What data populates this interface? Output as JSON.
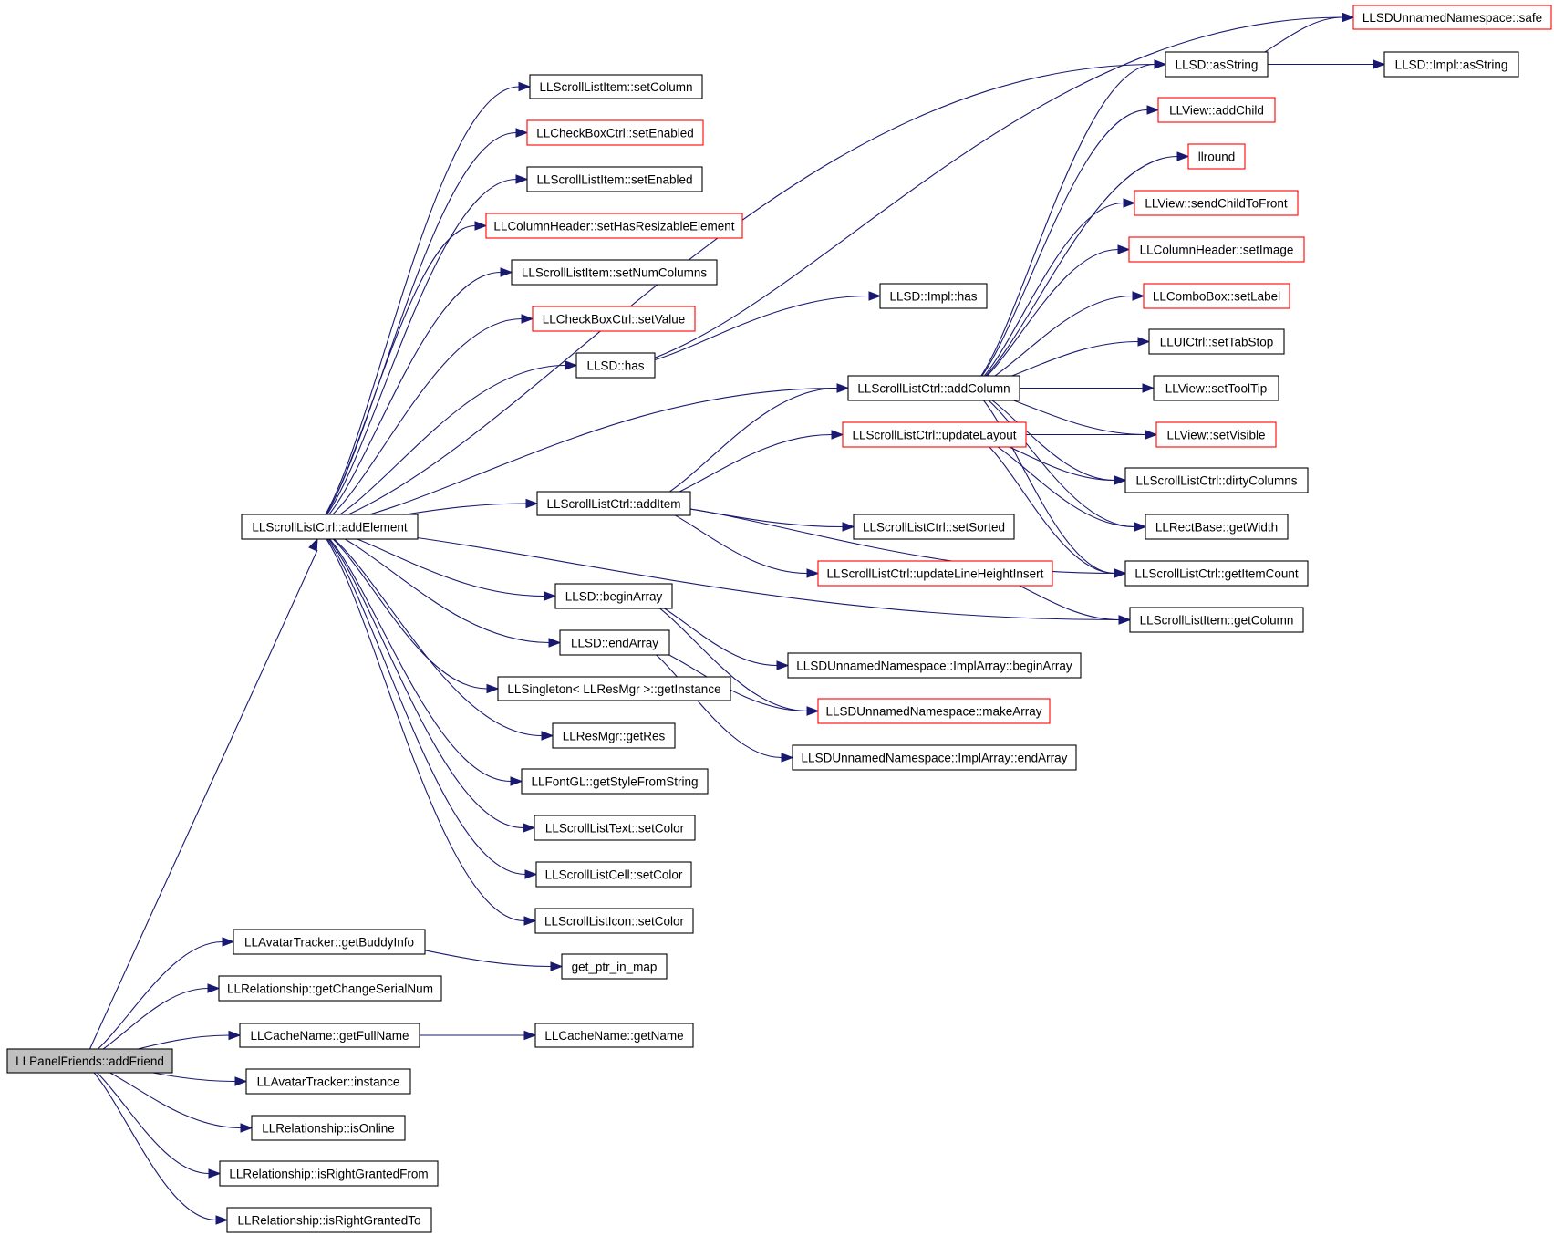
{
  "colors": {
    "edge": "#191970",
    "border_default": "#000000",
    "border_external": "#ff0000",
    "root_fill": "#bfbfbf",
    "node_fill": "#ffffff"
  },
  "nodes": [
    {
      "id": "LLPanelFriends_addFriend",
      "label": "LLPanelFriends::addFriend",
      "style": "root"
    },
    {
      "id": "LLScrollListCtrl_addElement",
      "label": "LLScrollListCtrl::addElement",
      "style": "normal"
    },
    {
      "id": "LLAvatarTracker_getBuddyInfo",
      "label": "LLAvatarTracker::getBuddyInfo",
      "style": "normal"
    },
    {
      "id": "LLRelationship_getChangeSerialNum",
      "label": "LLRelationship::getChangeSerialNum",
      "style": "normal"
    },
    {
      "id": "LLCacheName_getFullName",
      "label": "LLCacheName::getFullName",
      "style": "normal"
    },
    {
      "id": "LLAvatarTracker_instance",
      "label": "LLAvatarTracker::instance",
      "style": "normal"
    },
    {
      "id": "LLRelationship_isOnline",
      "label": "LLRelationship::isOnline",
      "style": "normal"
    },
    {
      "id": "LLRelationship_isRightGrantedFrom",
      "label": "LLRelationship::isRightGrantedFrom",
      "style": "normal"
    },
    {
      "id": "LLRelationship_isRightGrantedTo",
      "label": "LLRelationship::isRightGrantedTo",
      "style": "normal"
    },
    {
      "id": "LLScrollListItem_setColumn",
      "label": "LLScrollListItem::setColumn",
      "style": "normal"
    },
    {
      "id": "LLCheckBoxCtrl_setEnabled",
      "label": "LLCheckBoxCtrl::setEnabled",
      "style": "external"
    },
    {
      "id": "LLScrollListItem_setEnabled",
      "label": "LLScrollListItem::setEnabled",
      "style": "normal"
    },
    {
      "id": "LLColumnHeader_setHasResizableElement",
      "label": "LLColumnHeader::setHasResizableElement",
      "style": "external"
    },
    {
      "id": "LLScrollListItem_setNumColumns",
      "label": "LLScrollListItem::setNumColumns",
      "style": "normal"
    },
    {
      "id": "LLCheckBoxCtrl_setValue",
      "label": "LLCheckBoxCtrl::setValue",
      "style": "external"
    },
    {
      "id": "LLSD_has",
      "label": "LLSD::has",
      "style": "normal"
    },
    {
      "id": "LLScrollListCtrl_addItem",
      "label": "LLScrollListCtrl::addItem",
      "style": "normal"
    },
    {
      "id": "LLSD_beginArray",
      "label": "LLSD::beginArray",
      "style": "normal"
    },
    {
      "id": "LLSD_endArray",
      "label": "LLSD::endArray",
      "style": "normal"
    },
    {
      "id": "LLSingleton_getInstance",
      "label": "LLSingleton< LLResMgr >::getInstance",
      "style": "normal"
    },
    {
      "id": "LLResMgr_getRes",
      "label": "LLResMgr::getRes",
      "style": "normal"
    },
    {
      "id": "LLFontGL_getStyleFromString",
      "label": "LLFontGL::getStyleFromString",
      "style": "normal"
    },
    {
      "id": "LLScrollListText_setColor",
      "label": "LLScrollListText::setColor",
      "style": "normal"
    },
    {
      "id": "LLScrollListCell_setColor",
      "label": "LLScrollListCell::setColor",
      "style": "normal"
    },
    {
      "id": "LLScrollListIcon_setColor",
      "label": "LLScrollListIcon::setColor",
      "style": "normal"
    },
    {
      "id": "get_ptr_in_map",
      "label": "get_ptr_in_map",
      "style": "normal"
    },
    {
      "id": "LLCacheName_getName",
      "label": "LLCacheName::getName",
      "style": "normal"
    },
    {
      "id": "LLSD_Impl_has",
      "label": "LLSD::Impl::has",
      "style": "normal"
    },
    {
      "id": "LLScrollListCtrl_addColumn",
      "label": "LLScrollListCtrl::addColumn",
      "style": "normal"
    },
    {
      "id": "LLScrollListCtrl_updateLayout",
      "label": "LLScrollListCtrl::updateLayout",
      "style": "external"
    },
    {
      "id": "LLScrollListCtrl_setSorted",
      "label": "LLScrollListCtrl::setSorted",
      "style": "normal"
    },
    {
      "id": "LLScrollListCtrl_updateLineHeightInsert",
      "label": "LLScrollListCtrl::updateLineHeightInsert",
      "style": "external"
    },
    {
      "id": "LLSDUnnamedNamespace_ImplArray_beginArray",
      "label": "LLSDUnnamedNamespace::ImplArray::beginArray",
      "style": "normal"
    },
    {
      "id": "LLSDUnnamedNamespace_makeArray",
      "label": "LLSDUnnamedNamespace::makeArray",
      "style": "external"
    },
    {
      "id": "LLSDUnnamedNamespace_ImplArray_endArray",
      "label": "LLSDUnnamedNamespace::ImplArray::endArray",
      "style": "normal"
    },
    {
      "id": "LLSDUnnamedNamespace_safe",
      "label": "LLSDUnnamedNamespace::safe",
      "style": "external"
    },
    {
      "id": "LLSD_asString",
      "label": "LLSD::asString",
      "style": "normal"
    },
    {
      "id": "LLSD_Impl_asString",
      "label": "LLSD::Impl::asString",
      "style": "normal"
    },
    {
      "id": "LLView_addChild",
      "label": "LLView::addChild",
      "style": "external"
    },
    {
      "id": "llround",
      "label": "llround",
      "style": "external"
    },
    {
      "id": "LLView_sendChildToFront",
      "label": "LLView::sendChildToFront",
      "style": "external"
    },
    {
      "id": "LLColumnHeader_setImage",
      "label": "LLColumnHeader::setImage",
      "style": "external"
    },
    {
      "id": "LLComboBox_setLabel",
      "label": "LLComboBox::setLabel",
      "style": "external"
    },
    {
      "id": "LLUICtrl_setTabStop",
      "label": "LLUICtrl::setTabStop",
      "style": "normal"
    },
    {
      "id": "LLView_setToolTip",
      "label": "LLView::setToolTip",
      "style": "normal"
    },
    {
      "id": "LLView_setVisible",
      "label": "LLView::setVisible",
      "style": "external"
    },
    {
      "id": "LLScrollListCtrl_dirtyColumns",
      "label": "LLScrollListCtrl::dirtyColumns",
      "style": "normal"
    },
    {
      "id": "LLRectBase_getWidth",
      "label": "LLRectBase::getWidth",
      "style": "normal"
    },
    {
      "id": "LLScrollListCtrl_getItemCount",
      "label": "LLScrollListCtrl::getItemCount",
      "style": "normal"
    },
    {
      "id": "LLScrollListItem_getColumn",
      "label": "LLScrollListItem::getColumn",
      "style": "normal"
    }
  ],
  "edges": [
    [
      "LLPanelFriends_addFriend",
      "LLScrollListCtrl_addElement"
    ],
    [
      "LLPanelFriends_addFriend",
      "LLAvatarTracker_getBuddyInfo"
    ],
    [
      "LLPanelFriends_addFriend",
      "LLRelationship_getChangeSerialNum"
    ],
    [
      "LLPanelFriends_addFriend",
      "LLCacheName_getFullName"
    ],
    [
      "LLPanelFriends_addFriend",
      "LLAvatarTracker_instance"
    ],
    [
      "LLPanelFriends_addFriend",
      "LLRelationship_isOnline"
    ],
    [
      "LLPanelFriends_addFriend",
      "LLRelationship_isRightGrantedFrom"
    ],
    [
      "LLPanelFriends_addFriend",
      "LLRelationship_isRightGrantedTo"
    ],
    [
      "LLScrollListCtrl_addElement",
      "LLScrollListItem_setColumn"
    ],
    [
      "LLScrollListCtrl_addElement",
      "LLCheckBoxCtrl_setEnabled"
    ],
    [
      "LLScrollListCtrl_addElement",
      "LLScrollListItem_setEnabled"
    ],
    [
      "LLScrollListCtrl_addElement",
      "LLColumnHeader_setHasResizableElement"
    ],
    [
      "LLScrollListCtrl_addElement",
      "LLScrollListItem_setNumColumns"
    ],
    [
      "LLScrollListCtrl_addElement",
      "LLCheckBoxCtrl_setValue"
    ],
    [
      "LLScrollListCtrl_addElement",
      "LLSD_has"
    ],
    [
      "LLScrollListCtrl_addElement",
      "LLSD_asString"
    ],
    [
      "LLScrollListCtrl_addElement",
      "LLScrollListCtrl_addColumn"
    ],
    [
      "LLScrollListCtrl_addElement",
      "LLScrollListCtrl_addItem"
    ],
    [
      "LLScrollListCtrl_addElement",
      "LLScrollListItem_getColumn"
    ],
    [
      "LLScrollListCtrl_addElement",
      "LLSD_beginArray"
    ],
    [
      "LLScrollListCtrl_addElement",
      "LLSD_endArray"
    ],
    [
      "LLScrollListCtrl_addElement",
      "LLSingleton_getInstance"
    ],
    [
      "LLScrollListCtrl_addElement",
      "LLResMgr_getRes"
    ],
    [
      "LLScrollListCtrl_addElement",
      "LLFontGL_getStyleFromString"
    ],
    [
      "LLScrollListCtrl_addElement",
      "LLScrollListText_setColor"
    ],
    [
      "LLScrollListCtrl_addElement",
      "LLScrollListCell_setColor"
    ],
    [
      "LLScrollListCtrl_addElement",
      "LLScrollListIcon_setColor"
    ],
    [
      "LLAvatarTracker_getBuddyInfo",
      "get_ptr_in_map"
    ],
    [
      "LLCacheName_getFullName",
      "LLCacheName_getName"
    ],
    [
      "LLSD_has",
      "LLSD_Impl_has"
    ],
    [
      "LLSD_has",
      "LLSDUnnamedNamespace_safe"
    ],
    [
      "LLScrollListCtrl_addItem",
      "LLScrollListCtrl_addColumn"
    ],
    [
      "LLScrollListCtrl_addItem",
      "LLScrollListCtrl_updateLayout"
    ],
    [
      "LLScrollListCtrl_addItem",
      "LLScrollListCtrl_setSorted"
    ],
    [
      "LLScrollListCtrl_addItem",
      "LLScrollListCtrl_updateLineHeightInsert"
    ],
    [
      "LLScrollListCtrl_addItem",
      "LLScrollListCtrl_getItemCount"
    ],
    [
      "LLSD_beginArray",
      "LLSDUnnamedNamespace_ImplArray_beginArray"
    ],
    [
      "LLSD_beginArray",
      "LLSDUnnamedNamespace_makeArray"
    ],
    [
      "LLSD_endArray",
      "LLSDUnnamedNamespace_makeArray"
    ],
    [
      "LLSD_endArray",
      "LLSDUnnamedNamespace_ImplArray_endArray"
    ],
    [
      "LLSD_asString",
      "LLSDUnnamedNamespace_safe"
    ],
    [
      "LLSD_asString",
      "LLSD_Impl_asString"
    ],
    [
      "LLScrollListCtrl_addColumn",
      "LLSD_asString"
    ],
    [
      "LLScrollListCtrl_addColumn",
      "LLView_addChild"
    ],
    [
      "LLScrollListCtrl_addColumn",
      "llround"
    ],
    [
      "LLScrollListCtrl_addColumn",
      "LLView_sendChildToFront"
    ],
    [
      "LLScrollListCtrl_addColumn",
      "LLColumnHeader_setImage"
    ],
    [
      "LLScrollListCtrl_addColumn",
      "LLComboBox_setLabel"
    ],
    [
      "LLScrollListCtrl_addColumn",
      "LLUICtrl_setTabStop"
    ],
    [
      "LLScrollListCtrl_addColumn",
      "LLView_setToolTip"
    ],
    [
      "LLScrollListCtrl_addColumn",
      "LLView_setVisible"
    ],
    [
      "LLScrollListCtrl_addColumn",
      "LLScrollListCtrl_dirtyColumns"
    ],
    [
      "LLScrollListCtrl_addColumn",
      "LLRectBase_getWidth"
    ],
    [
      "LLScrollListCtrl_addColumn",
      "LLScrollListCtrl_getItemCount"
    ],
    [
      "LLScrollListCtrl_updateLayout",
      "LLView_setVisible"
    ],
    [
      "LLScrollListCtrl_updateLayout",
      "LLScrollListCtrl_dirtyColumns"
    ],
    [
      "LLScrollListCtrl_updateLayout",
      "LLRectBase_getWidth"
    ],
    [
      "LLScrollListCtrl_updateLayout",
      "LLScrollListCtrl_getItemCount"
    ],
    [
      "LLScrollListCtrl_updateLineHeightInsert",
      "LLScrollListItem_getColumn"
    ]
  ]
}
